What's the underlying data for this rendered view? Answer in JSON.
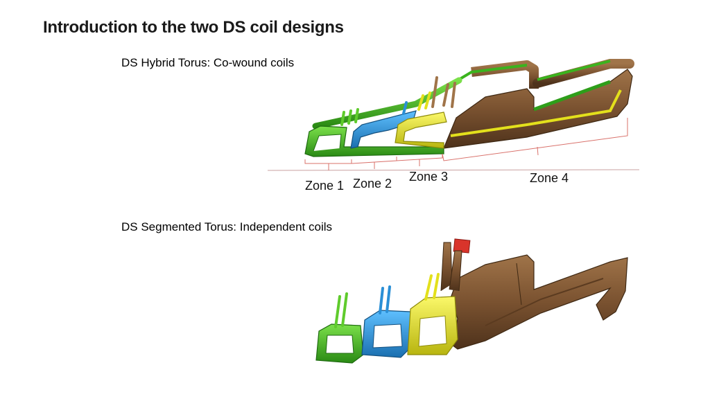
{
  "title": "Introduction to the two DS coil designs",
  "hybrid": {
    "label": "DS Hybrid Torus: Co-wound coils",
    "zones": [
      "Zone 1",
      "Zone 2",
      "Zone 3",
      "Zone 4"
    ]
  },
  "segmented": {
    "label": "DS Segmented Torus: Independent coils"
  },
  "colors": {
    "zone1": "#3bb31e",
    "zone2": "#2a8fd6",
    "zone3": "#e3e01c",
    "zone4": "#7a5230",
    "bracket": "#d9706a",
    "axis": "#c9a0a0",
    "tip": "#d9342b"
  }
}
